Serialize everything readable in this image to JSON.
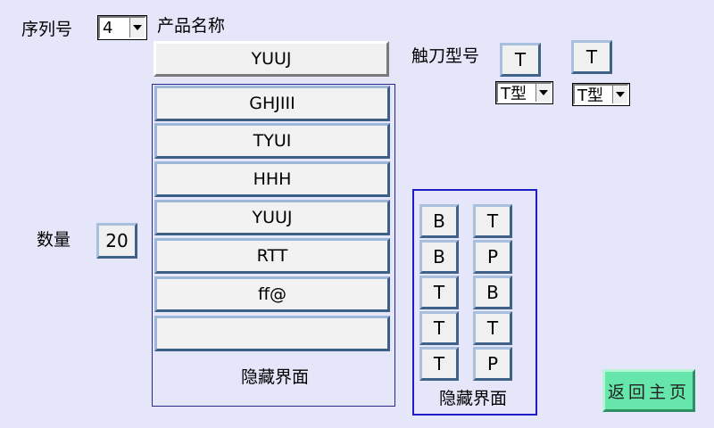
{
  "header": {
    "serial_label": "序列号",
    "serial_value": "4",
    "product_name_label": "产品名称",
    "product_name_value": "YUUJ",
    "blade_model_label": "触刀型号"
  },
  "blade_models": [
    {
      "button": "T",
      "dropdown": "T型"
    },
    {
      "button": "T",
      "dropdown": "T型"
    }
  ],
  "quantity": {
    "label": "数量",
    "value": "20"
  },
  "product_list": {
    "items": [
      "GHJIII",
      "TYUI",
      "HHH",
      "YUUJ",
      "RTT",
      "ff@",
      ""
    ],
    "hidden_label": "隐藏界面"
  },
  "grid_panel": {
    "rows": [
      [
        "B",
        "T"
      ],
      [
        "B",
        "P"
      ],
      [
        "T",
        "B"
      ],
      [
        "T",
        "T"
      ],
      [
        "T",
        "P"
      ]
    ],
    "hidden_label": "隐藏界面"
  },
  "home_button": "返回主页",
  "colors": {
    "background": "#E6E6FA",
    "home_button": "#66E6AA",
    "panel_border": "#1E1EC8"
  }
}
